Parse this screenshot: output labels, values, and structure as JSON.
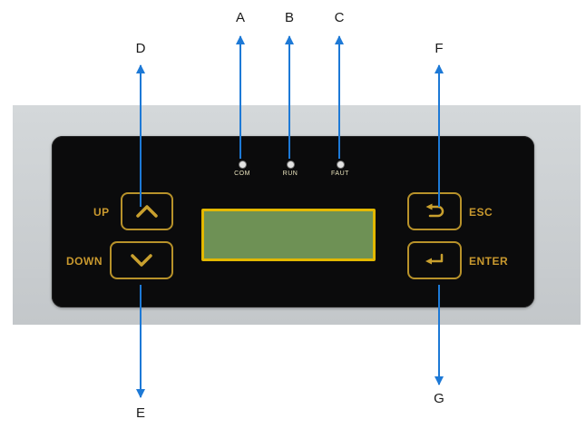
{
  "diagram": {
    "callouts": {
      "a": "A",
      "b": "B",
      "c": "C",
      "d": "D",
      "e": "E",
      "f": "F",
      "g": "G"
    },
    "leds": [
      {
        "label": "COM"
      },
      {
        "label": "RUN"
      },
      {
        "label": "FAUT"
      }
    ],
    "buttons": {
      "up_label": "UP",
      "down_label": "DOWN",
      "esc_label": "ESC",
      "enter_label": "ENTER"
    },
    "icons": {
      "up": "chevron-up-icon",
      "down": "chevron-down-icon",
      "esc": "back-arrow-icon",
      "enter": "enter-arrow-icon"
    },
    "colors": {
      "arrow_blue": "#1d79d6",
      "accent_gold": "#c9992e",
      "display_border_yellow": "#e3b800",
      "display_green": "#6e9155",
      "panel_black": "#0b0b0c",
      "panel_gray": "#c9cdd0"
    }
  }
}
